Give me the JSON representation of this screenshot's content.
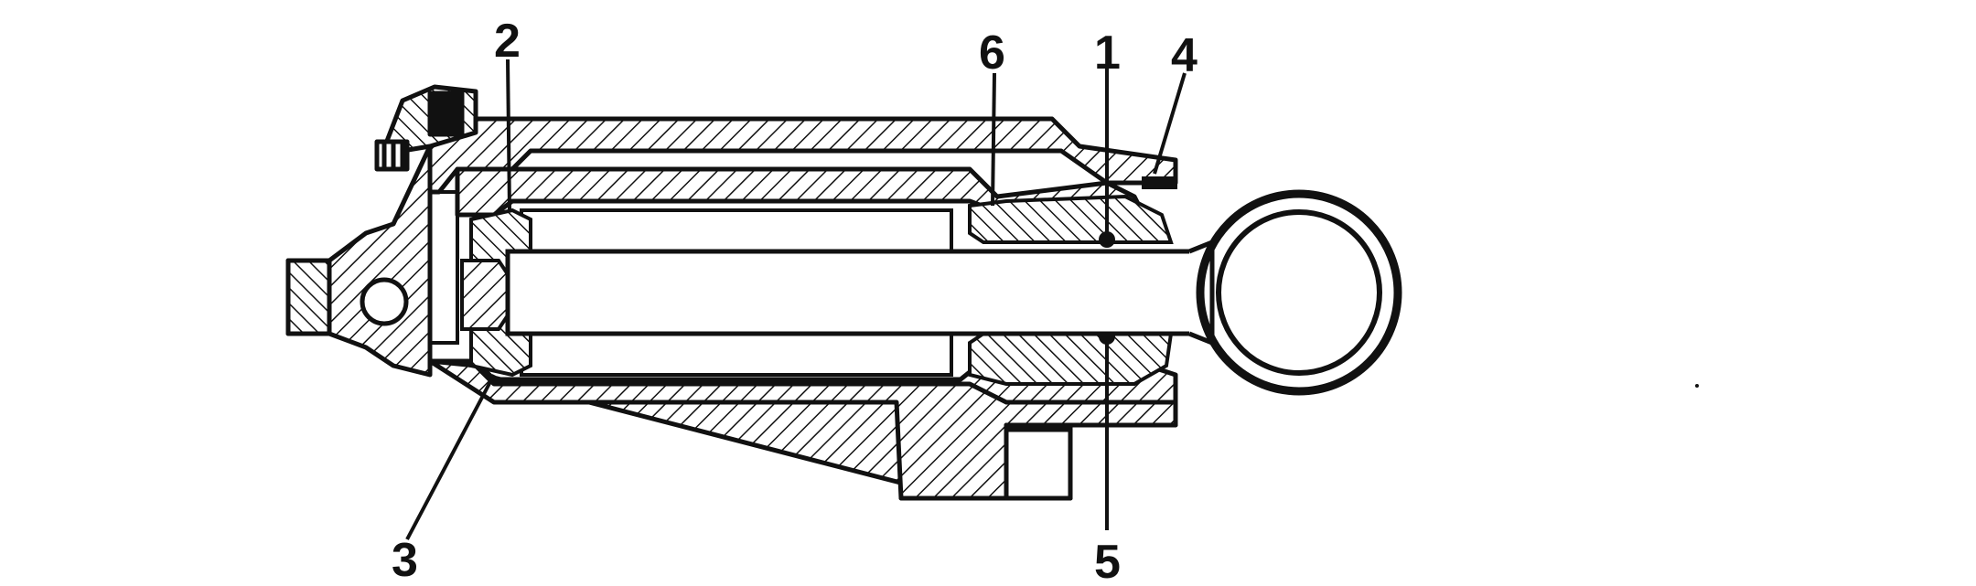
{
  "diagram": {
    "colors": {
      "ink": "#111111",
      "paper": "#ffffff"
    },
    "callouts": [
      {
        "id": "1",
        "label": "1"
      },
      {
        "id": "2",
        "label": "2"
      },
      {
        "id": "3",
        "label": "3"
      },
      {
        "id": "4",
        "label": "4"
      },
      {
        "id": "5",
        "label": "5"
      },
      {
        "id": "6",
        "label": "6"
      }
    ]
  }
}
